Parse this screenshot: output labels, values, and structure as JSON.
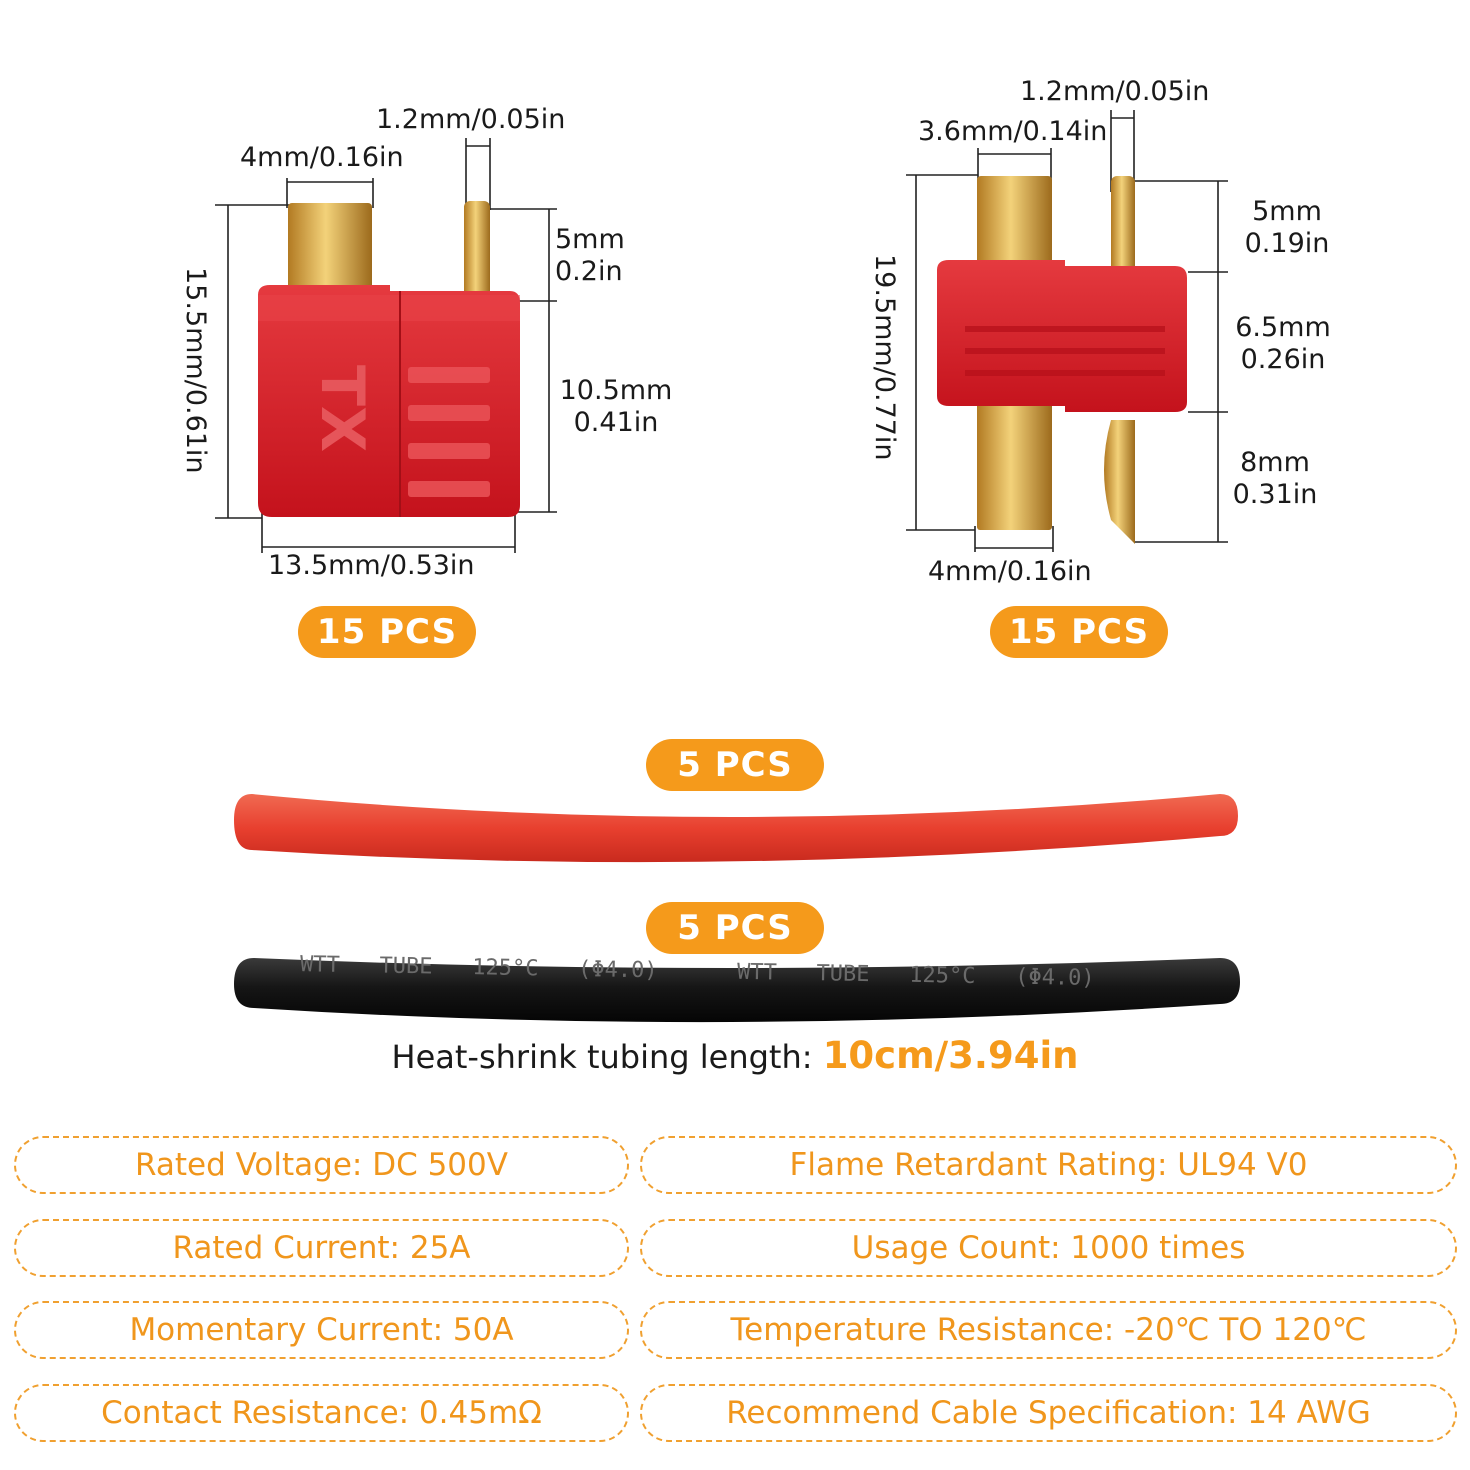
{
  "left_connector": {
    "dim_pin_width": "4mm/0.16in",
    "dim_pin_thickness": "1.2mm/0.05in",
    "dim_pin_height": [
      "5mm",
      "0.2in"
    ],
    "dim_body_height": [
      "10.5mm",
      "0.41in"
    ],
    "dim_total_height": "15.5mm/0.61in",
    "dim_width": "13.5mm/0.53in",
    "qty": "15 PCS"
  },
  "right_connector": {
    "dim_pin_thickness": "1.2mm/0.05in",
    "dim_pin_width": "3.6mm/0.14in",
    "dim_top_pin": [
      "5mm",
      "0.19in"
    ],
    "dim_body": [
      "6.5mm",
      "0.26in"
    ],
    "dim_bottom_pin": [
      "8mm",
      "0.31in"
    ],
    "dim_total_height": "19.5mm/0.77in",
    "dim_bottom_width": "4mm/0.16in",
    "qty": "15 PCS"
  },
  "tubes": {
    "red_qty": "5 PCS",
    "black_qty": "5 PCS",
    "length_label": "Heat-shrink tubing length: ",
    "length_value": "10cm/3.94in",
    "black_print": "WTT   TUBE   125°C   (Φ4.0)      WTT   TUBE   125°C   (Φ4.0)"
  },
  "specs_left": [
    "Rated Voltage: DC 500V",
    "Rated Current: 25A",
    "Momentary Current: 50A",
    "Contact Resistance: 0.45mΩ"
  ],
  "specs_right": [
    "Flame Retardant Rating: UL94 V0",
    "Usage Count: 1000 times",
    "Temperature Resistance: -20℃ TO 120℃",
    "Recommend Cable Specification: 14 AWG"
  ],
  "colors": {
    "accent": "#f59a1b",
    "connector_red": "#d8202a",
    "gold": "#d9a93c",
    "tube_red": "#e8402f",
    "tube_black": "#161616"
  }
}
